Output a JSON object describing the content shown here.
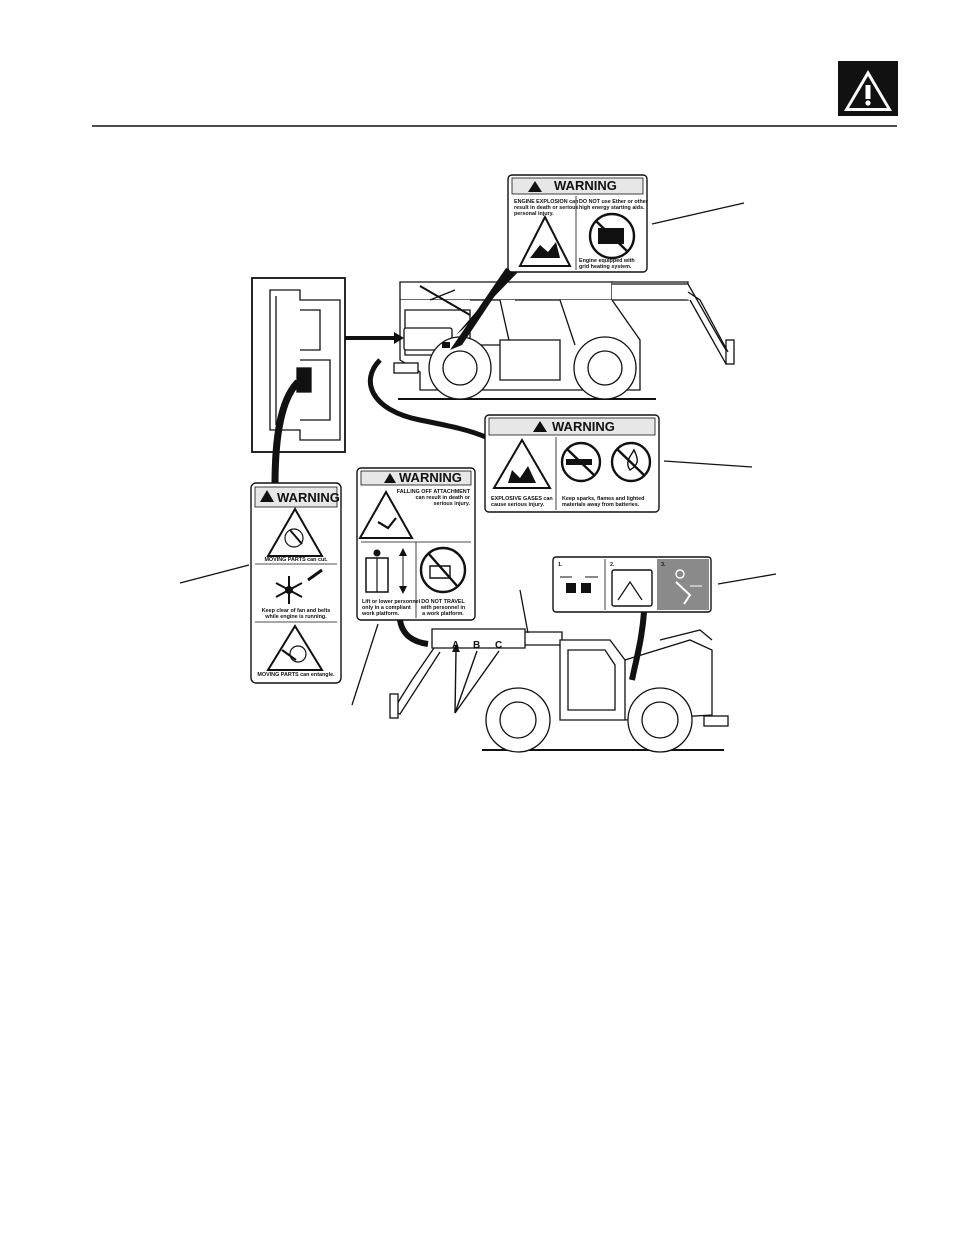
{
  "header": {
    "icon": "warning-triangle-icon"
  },
  "decals": {
    "engine": {
      "title": "WARNING",
      "left_line1": "ENGINE EXPLOSION can",
      "left_line2": "result in death or serious",
      "left_line3": "personal injury.",
      "right_line1": "DO NOT use Ether or other",
      "right_line2": "high energy starting aids.",
      "bottom_line1": "Engine equipped with",
      "bottom_line2": "grid heating system."
    },
    "battery": {
      "title": "WARNING",
      "left_line1": "EXPLOSIVE GASES can",
      "left_line2": "cause serious injury.",
      "right_line1": "Keep sparks, flames and lighted",
      "right_line2": "materials away from batteries."
    },
    "fan": {
      "title": "WARNING",
      "panel1": "MOVING PARTS can cut.",
      "panel2_line1": "Keep clear of fan and belts",
      "panel2_line2": "while engine is running.",
      "panel3": "MOVING PARTS can entangle."
    },
    "attachment": {
      "title": "WARNING",
      "top_line1": "FALLING OFF ATTACHMENT",
      "top_line2": "can result in death or",
      "top_line3": "serious injury.",
      "left_line1": "Lift or lower personnel",
      "left_line2": "only in a compliant",
      "left_line3": "work platform.",
      "right_line1": "DO NOT TRAVEL",
      "right_line2": "with personnel in",
      "right_line3": "a work platform."
    },
    "steps": {
      "step1": "1.",
      "step2": "2.",
      "step3": "3."
    }
  },
  "boom_marks": [
    "A",
    "B",
    "C"
  ]
}
